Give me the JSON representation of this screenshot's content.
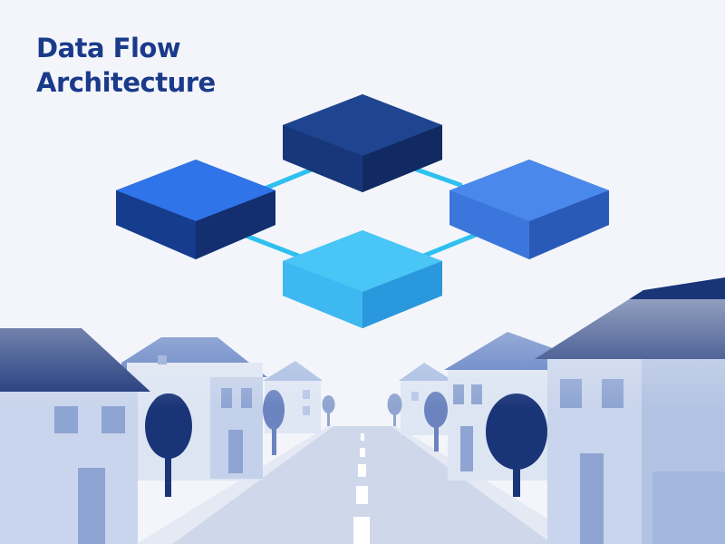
{
  "title": {
    "line1": "Data Flow",
    "line2": "Architecture"
  },
  "palette": {
    "title": "#1a3a8a",
    "block_navy_top": "#1f4590",
    "block_navy_side": "#142f6b",
    "block_blue_top": "#2f74e8",
    "block_blue_side": "#1e4ea8",
    "block_light_top": "#4b88ec",
    "block_light_side": "#2f64c8",
    "block_cyan_top": "#49c6f6",
    "block_cyan_side": "#2fa4e6",
    "connector": "#2ec0ee",
    "house_roof": "#1a3478",
    "house_wall": "#c9d5ec",
    "tree": "#1a3478",
    "road": "#cfd8ea",
    "road_marking": "#ffffff"
  },
  "diagram": {
    "nodes": [
      {
        "name": "top-node",
        "shade": "navy"
      },
      {
        "name": "left-node",
        "shade": "blue"
      },
      {
        "name": "right-node",
        "shade": "light"
      },
      {
        "name": "bottom-node",
        "shade": "cyan"
      }
    ],
    "links": [
      {
        "from": "top-node",
        "to": "left-node"
      },
      {
        "from": "top-node",
        "to": "right-node"
      },
      {
        "from": "left-node",
        "to": "bottom-node"
      },
      {
        "from": "right-node",
        "to": "bottom-node"
      }
    ]
  }
}
